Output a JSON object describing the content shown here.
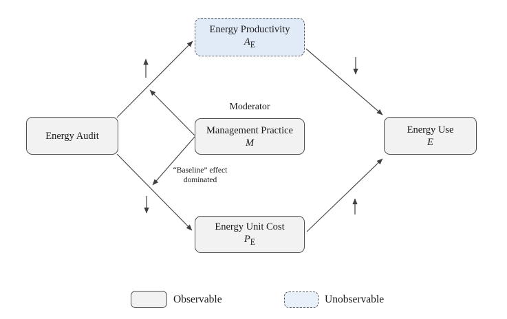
{
  "diagram": {
    "nodes": {
      "energy_audit": {
        "label": "Energy Audit"
      },
      "energy_productivity": {
        "label": "Energy Productivity",
        "symbol": "A",
        "symbol_sub": "E"
      },
      "management_practice": {
        "role_label": "Moderator",
        "label": "Management Practice",
        "symbol": "M"
      },
      "energy_unit_cost": {
        "label": "Energy Unit Cost",
        "symbol": "P",
        "symbol_sub": "E"
      },
      "energy_use": {
        "label": "Energy Use",
        "symbol": "E"
      }
    },
    "annotations": {
      "baseline_line1": "“Baseline” effect",
      "baseline_line2": "dominated"
    },
    "edges": [
      {
        "from": "energy_audit",
        "to": "energy_productivity",
        "sign": "up"
      },
      {
        "from": "energy_audit",
        "to": "energy_unit_cost",
        "sign": "down"
      },
      {
        "from": "energy_productivity",
        "to": "energy_use",
        "sign": "down"
      },
      {
        "from": "energy_unit_cost",
        "to": "energy_use",
        "sign": "up"
      },
      {
        "from": "management_practice",
        "to": "edge:energy_audit->energy_productivity",
        "role": "moderator"
      },
      {
        "from": "management_practice",
        "to": "edge:energy_audit->energy_unit_cost",
        "role": "moderator",
        "note": "“Baseline” effect dominated"
      }
    ],
    "legend": [
      {
        "key": "observable",
        "label": "Observable"
      },
      {
        "key": "unobservable",
        "label": "Unobservable"
      }
    ],
    "colors": {
      "observable_fill": "#f2f2f2",
      "unobservable_fill": "#e1ebf8",
      "box_border": "#4f4f4f",
      "arrow": "#3f3f3f"
    }
  }
}
